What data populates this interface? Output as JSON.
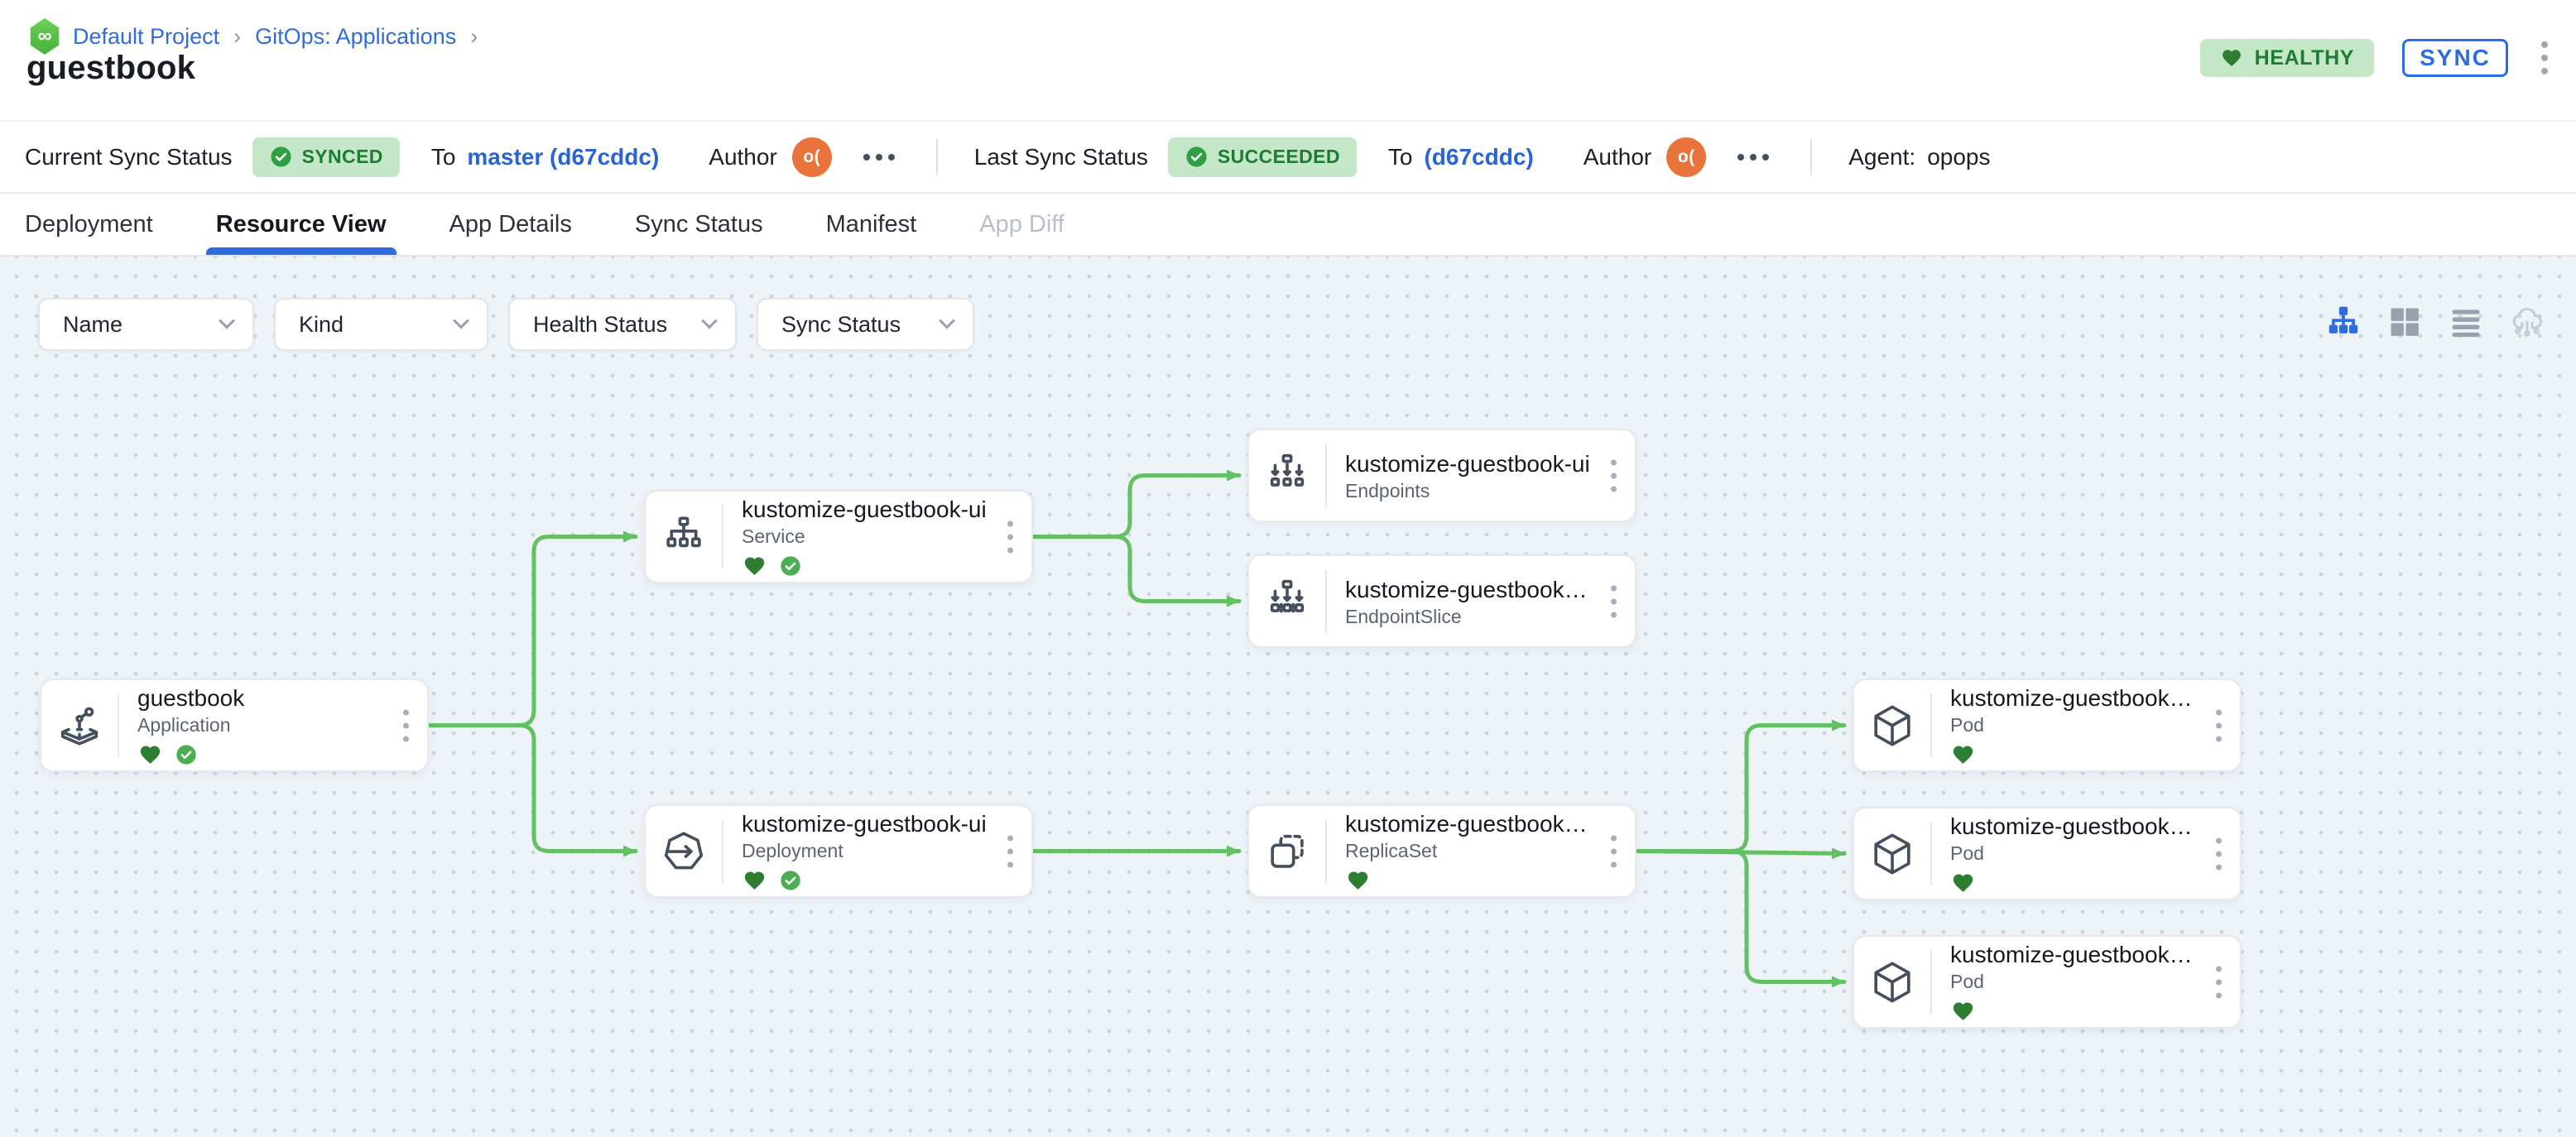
{
  "colors": {
    "accent_blue": "#2f6ce0",
    "link_blue": "#2a64d4",
    "edge_green": "#63c063",
    "heart_green": "#2d7d32",
    "check_green": "#4cae52",
    "badge_check_green": "#2f9e44",
    "badge_bg_green": "#c3e7c7",
    "badge_text_green": "#1e7b33",
    "avatar_orange": "#e8743c"
  },
  "breadcrumb": {
    "icon": "project-hexagon-infinity-icon",
    "items": [
      "Default Project",
      "GitOps: Applications"
    ],
    "separator": "›"
  },
  "page_title": "guestbook",
  "header_actions": {
    "health_badge": "HEALTHY",
    "sync_button": "SYNC"
  },
  "status_bar": {
    "current": {
      "label": "Current Sync Status",
      "badge": "SYNCED",
      "to": "To",
      "target": "master (d67cddc)",
      "author_label": "Author",
      "avatar_initials": "o("
    },
    "last": {
      "label": "Last Sync Status",
      "badge": "SUCCEEDED",
      "to": "To",
      "target": "(d67cddc)",
      "author_label": "Author",
      "avatar_initials": "o("
    },
    "agent_label": "Agent:",
    "agent_value": "opops"
  },
  "tabs": [
    {
      "label": "Deployment",
      "active": false,
      "disabled": false
    },
    {
      "label": "Resource View",
      "active": true,
      "disabled": false
    },
    {
      "label": "App Details",
      "active": false,
      "disabled": false
    },
    {
      "label": "Sync Status",
      "active": false,
      "disabled": false
    },
    {
      "label": "Manifest",
      "active": false,
      "disabled": false
    },
    {
      "label": "App Diff",
      "active": false,
      "disabled": true
    }
  ],
  "filters": [
    {
      "label": "Name"
    },
    {
      "label": "Kind"
    },
    {
      "label": "Health Status"
    },
    {
      "label": "Sync Status"
    }
  ],
  "view_toggles": [
    {
      "name": "tree-view",
      "active": true,
      "disabled": false
    },
    {
      "name": "grid-view",
      "active": false,
      "disabled": false
    },
    {
      "name": "list-view",
      "active": false,
      "disabled": false
    },
    {
      "name": "cloud-view",
      "active": false,
      "disabled": true
    }
  ],
  "graph": {
    "nodes": [
      {
        "id": "app",
        "title": "guestbook",
        "kind": "Application",
        "healthy": true,
        "synced": true
      },
      {
        "id": "svc",
        "title": "kustomize-guestbook-ui",
        "kind": "Service",
        "healthy": true,
        "synced": true
      },
      {
        "id": "ep",
        "title": "kustomize-guestbook-ui",
        "kind": "Endpoints",
        "healthy": false,
        "synced": false
      },
      {
        "id": "eps",
        "title": "kustomize-guestbook-ui-...",
        "kind": "EndpointSlice",
        "healthy": false,
        "synced": false
      },
      {
        "id": "dep",
        "title": "kustomize-guestbook-ui",
        "kind": "Deployment",
        "healthy": true,
        "synced": true
      },
      {
        "id": "rs",
        "title": "kustomize-guestbook-ui-...",
        "kind": "ReplicaSet",
        "healthy": true,
        "synced": false
      },
      {
        "id": "pod1",
        "title": "kustomize-guestbook-ui-...",
        "kind": "Pod",
        "healthy": true,
        "synced": false
      },
      {
        "id": "pod2",
        "title": "kustomize-guestbook-ui-...",
        "kind": "Pod",
        "healthy": true,
        "synced": false
      },
      {
        "id": "pod3",
        "title": "kustomize-guestbook-ui-...",
        "kind": "Pod",
        "healthy": true,
        "synced": false
      }
    ],
    "edges": [
      {
        "from": "app",
        "to": "svc"
      },
      {
        "from": "app",
        "to": "dep"
      },
      {
        "from": "svc",
        "to": "ep"
      },
      {
        "from": "svc",
        "to": "eps"
      },
      {
        "from": "dep",
        "to": "rs"
      },
      {
        "from": "rs",
        "to": "pod1"
      },
      {
        "from": "rs",
        "to": "pod2"
      },
      {
        "from": "rs",
        "to": "pod3"
      }
    ]
  }
}
